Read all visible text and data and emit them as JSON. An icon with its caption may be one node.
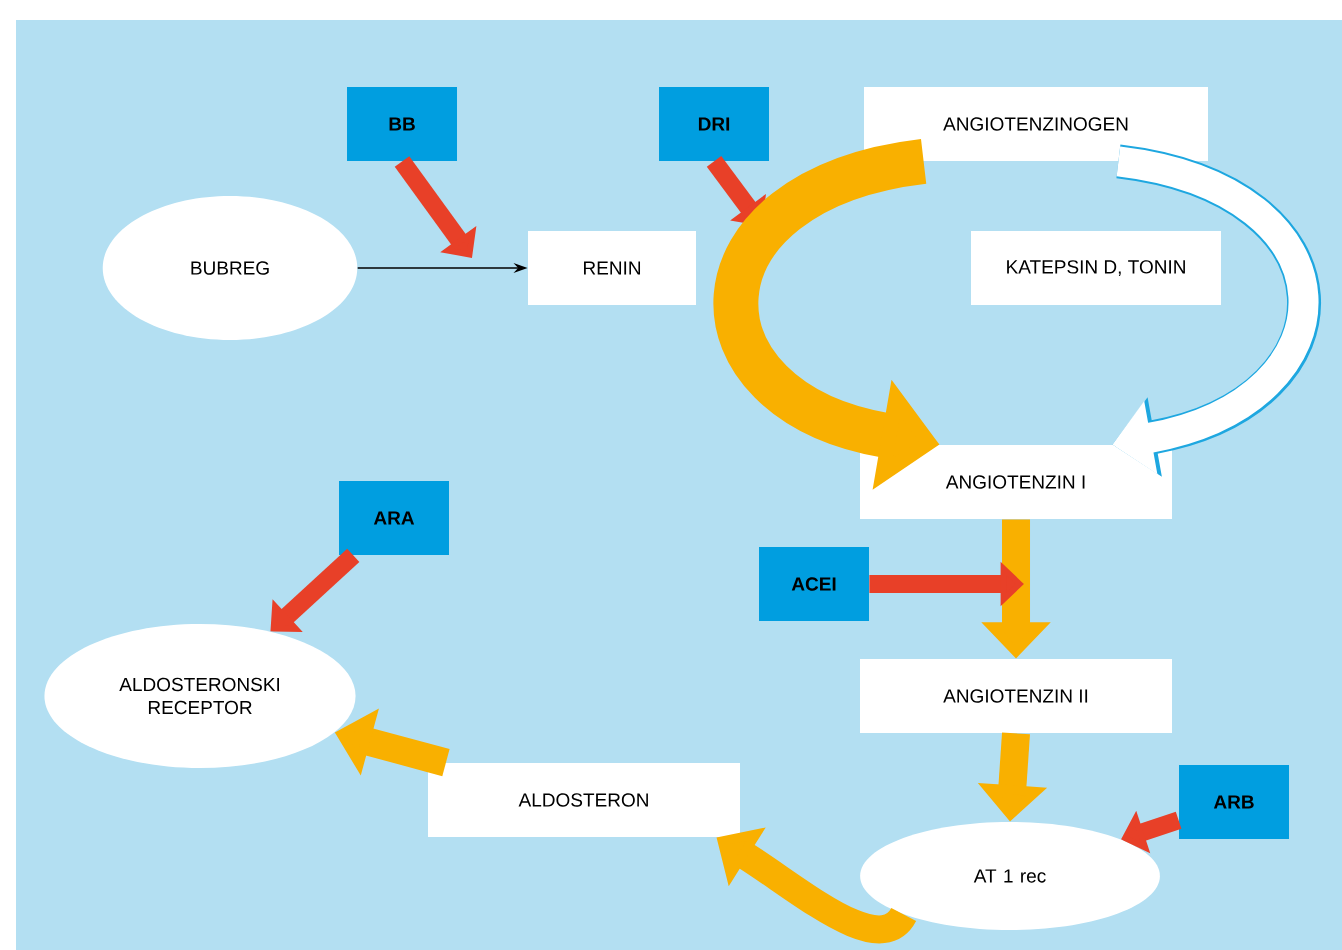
{
  "diagram": {
    "nodes": [
      {
        "text": [
          "BB"
        ]
      },
      {
        "text": [
          "DRI"
        ]
      },
      {
        "text": [
          "ANGIOTENZINOGEN"
        ]
      },
      {
        "text": [
          "BUBREG"
        ]
      },
      {
        "text": [
          "RENIN"
        ]
      },
      {
        "text": [
          "KATEPSIN D, TONIN"
        ]
      },
      {
        "text": [
          "ANGIOTENZIN I"
        ]
      },
      {
        "text": [
          "ACEI"
        ]
      },
      {
        "text": [
          "ANGIOTENZIN II"
        ]
      },
      {
        "text": [
          "ARA"
        ]
      },
      {
        "text": [
          "ALDOSTERONSKI RECEPTOR"
        ]
      },
      {
        "text": [
          "ALDOSTERON"
        ]
      },
      {
        "text": [
          "AT 1 rec"
        ]
      },
      {
        "text": [
          "ARB"
        ]
      }
    ],
    "edges": [
      {
        "from": 3,
        "to": 4,
        "arrow": "to",
        "color": "#000000"
      },
      {
        "from": 0,
        "to": null,
        "arrow": "to",
        "color": "#e84028"
      },
      {
        "from": 1,
        "to": null,
        "arrow": "to",
        "color": "#e84028"
      },
      {
        "from": 2,
        "to": 6,
        "arrow": "to",
        "style": "thick",
        "color": "#f9b000"
      },
      {
        "from": 2,
        "to": 6,
        "arrow": "to",
        "color": "#ffffff"
      },
      {
        "from": 6,
        "to": 8,
        "arrow": "to",
        "color": "#f9b000"
      },
      {
        "from": 7,
        "to": null,
        "arrow": "to",
        "color": "#e84028"
      },
      {
        "from": 8,
        "to": 12,
        "arrow": "to",
        "color": "#f9b000"
      },
      {
        "from": 13,
        "to": 12,
        "arrow": "to",
        "color": "#e84028"
      },
      {
        "from": 12,
        "to": 11,
        "arrow": "to",
        "color": "#f9b000"
      },
      {
        "from": 11,
        "to": 10,
        "arrow": "to",
        "color": "#f9b000"
      },
      {
        "from": 9,
        "to": 10,
        "arrow": "to",
        "color": "#e84028"
      }
    ]
  }
}
